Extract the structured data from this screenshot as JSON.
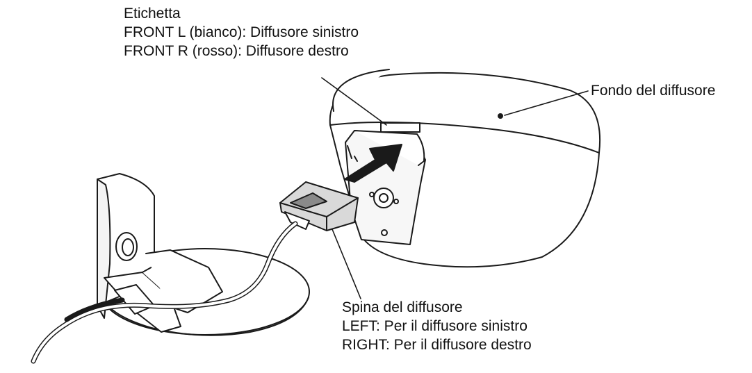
{
  "labels": {
    "etichetta": {
      "title": "Etichetta",
      "line_front_l": "FRONT L (bianco): Diffusore sinistro",
      "line_front_r": "FRONT R (rosso): Diffusore destro"
    },
    "fondo": "Fondo del diffusore",
    "spina": {
      "title": "Spina del diffusore",
      "line_left": "LEFT: Per il diffusore sinistro",
      "line_right": "RIGHT: Per il diffusore destro"
    }
  }
}
